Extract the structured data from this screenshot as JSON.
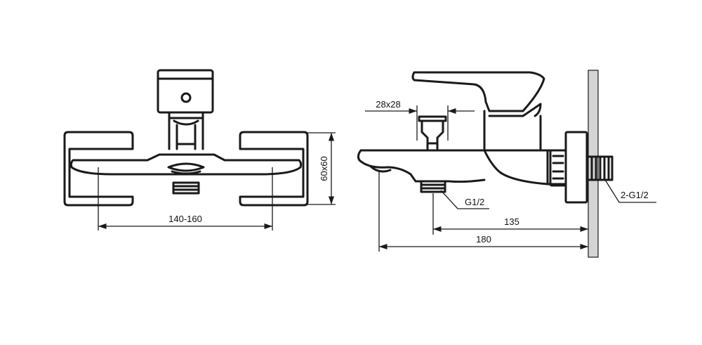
{
  "labels": {
    "center_distance": "140-160",
    "plate_size": "60x60",
    "handle_size": "28x28",
    "outlet_thread": "G1/2",
    "inlet_thread": "2-G1/2",
    "outlet_distance": "135",
    "spout_length": "180"
  },
  "colors": {
    "line": "#1a1a1a",
    "wall": "#d4d4d4",
    "background": "#ffffff"
  }
}
